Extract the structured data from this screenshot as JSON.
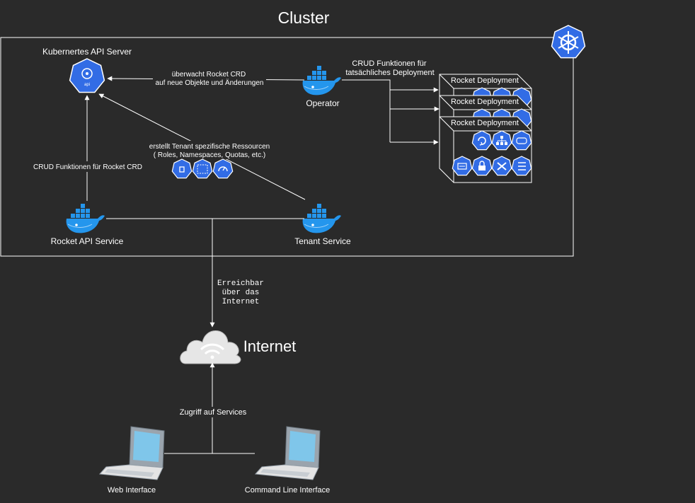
{
  "cluster": {
    "title": "Cluster"
  },
  "api_server": {
    "label": "Kubernertes API Server",
    "badge": "api"
  },
  "operator": {
    "label": "Operator"
  },
  "rocket_api_service": {
    "label": "Rocket API Service"
  },
  "tenant_service": {
    "label": "Tenant Service"
  },
  "edges": {
    "watch_line1": "überwacht Rocket CRD",
    "watch_line2": "auf neue Objekte und Änderungen",
    "crud_deploy_line1": "CRUD Funktionen für",
    "crud_deploy_line2": "tatsächliches Deployment",
    "tenant_line1": "erstellt Tenant spezifische Ressourcen",
    "tenant_line2": "( Roles, Namespaces, Quotas, etc.)",
    "crud_crd": "CRUD Funktionen für Rocket CRD",
    "internet_line1": "Erreichbar",
    "internet_line2": "über das",
    "internet_line3": "Internet",
    "access": "Zugriff auf Services"
  },
  "deployments": [
    "Rocket Deployment",
    "Rocket Deployment",
    "Rocket Deployment"
  ],
  "internet": {
    "label": "Internet"
  },
  "clients": {
    "web": "Web Interface",
    "cli": "Command Line Interface"
  },
  "colors": {
    "background": "#2a2a2a",
    "k8s_blue": "#326ce5",
    "docker_blue": "#2496ed",
    "line": "#ffffff"
  }
}
